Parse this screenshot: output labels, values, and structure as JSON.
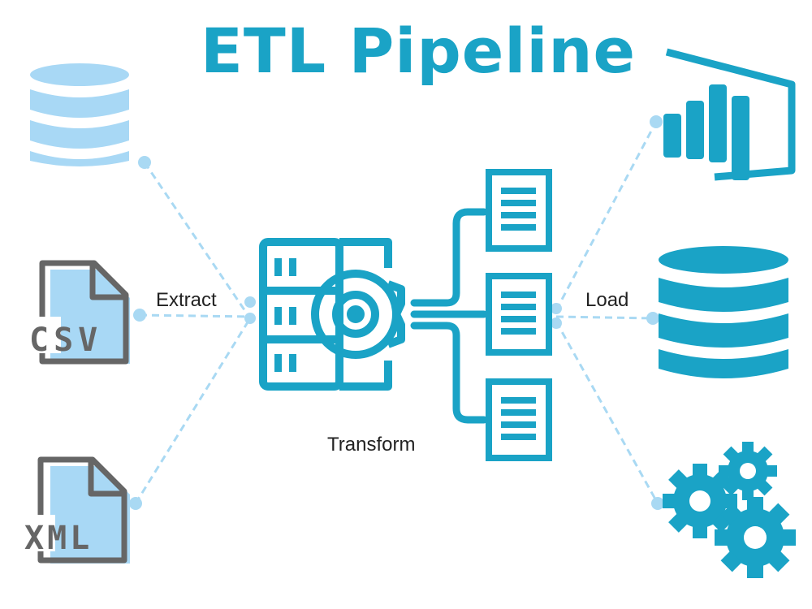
{
  "title": "ETL Pipeline",
  "stages": {
    "extract": "Extract",
    "transform": "Transform",
    "load": "Load"
  },
  "sources": [
    {
      "name": "database-source",
      "icon": "database-icon"
    },
    {
      "name": "csv-source",
      "icon": "csv-file-icon",
      "text": "CSV"
    },
    {
      "name": "xml-source",
      "icon": "xml-file-icon",
      "text": "XML"
    }
  ],
  "destinations": [
    {
      "name": "power-bi-destination",
      "icon": "power-bi-icon"
    },
    {
      "name": "database-destination",
      "icon": "database-icon"
    },
    {
      "name": "applications-destination",
      "icon": "gears-icon"
    }
  ],
  "colors": {
    "primary": "#1aa3c6",
    "light": "#a8d8f5",
    "dashed": "#a9d9f3",
    "file_outline": "#666666"
  }
}
